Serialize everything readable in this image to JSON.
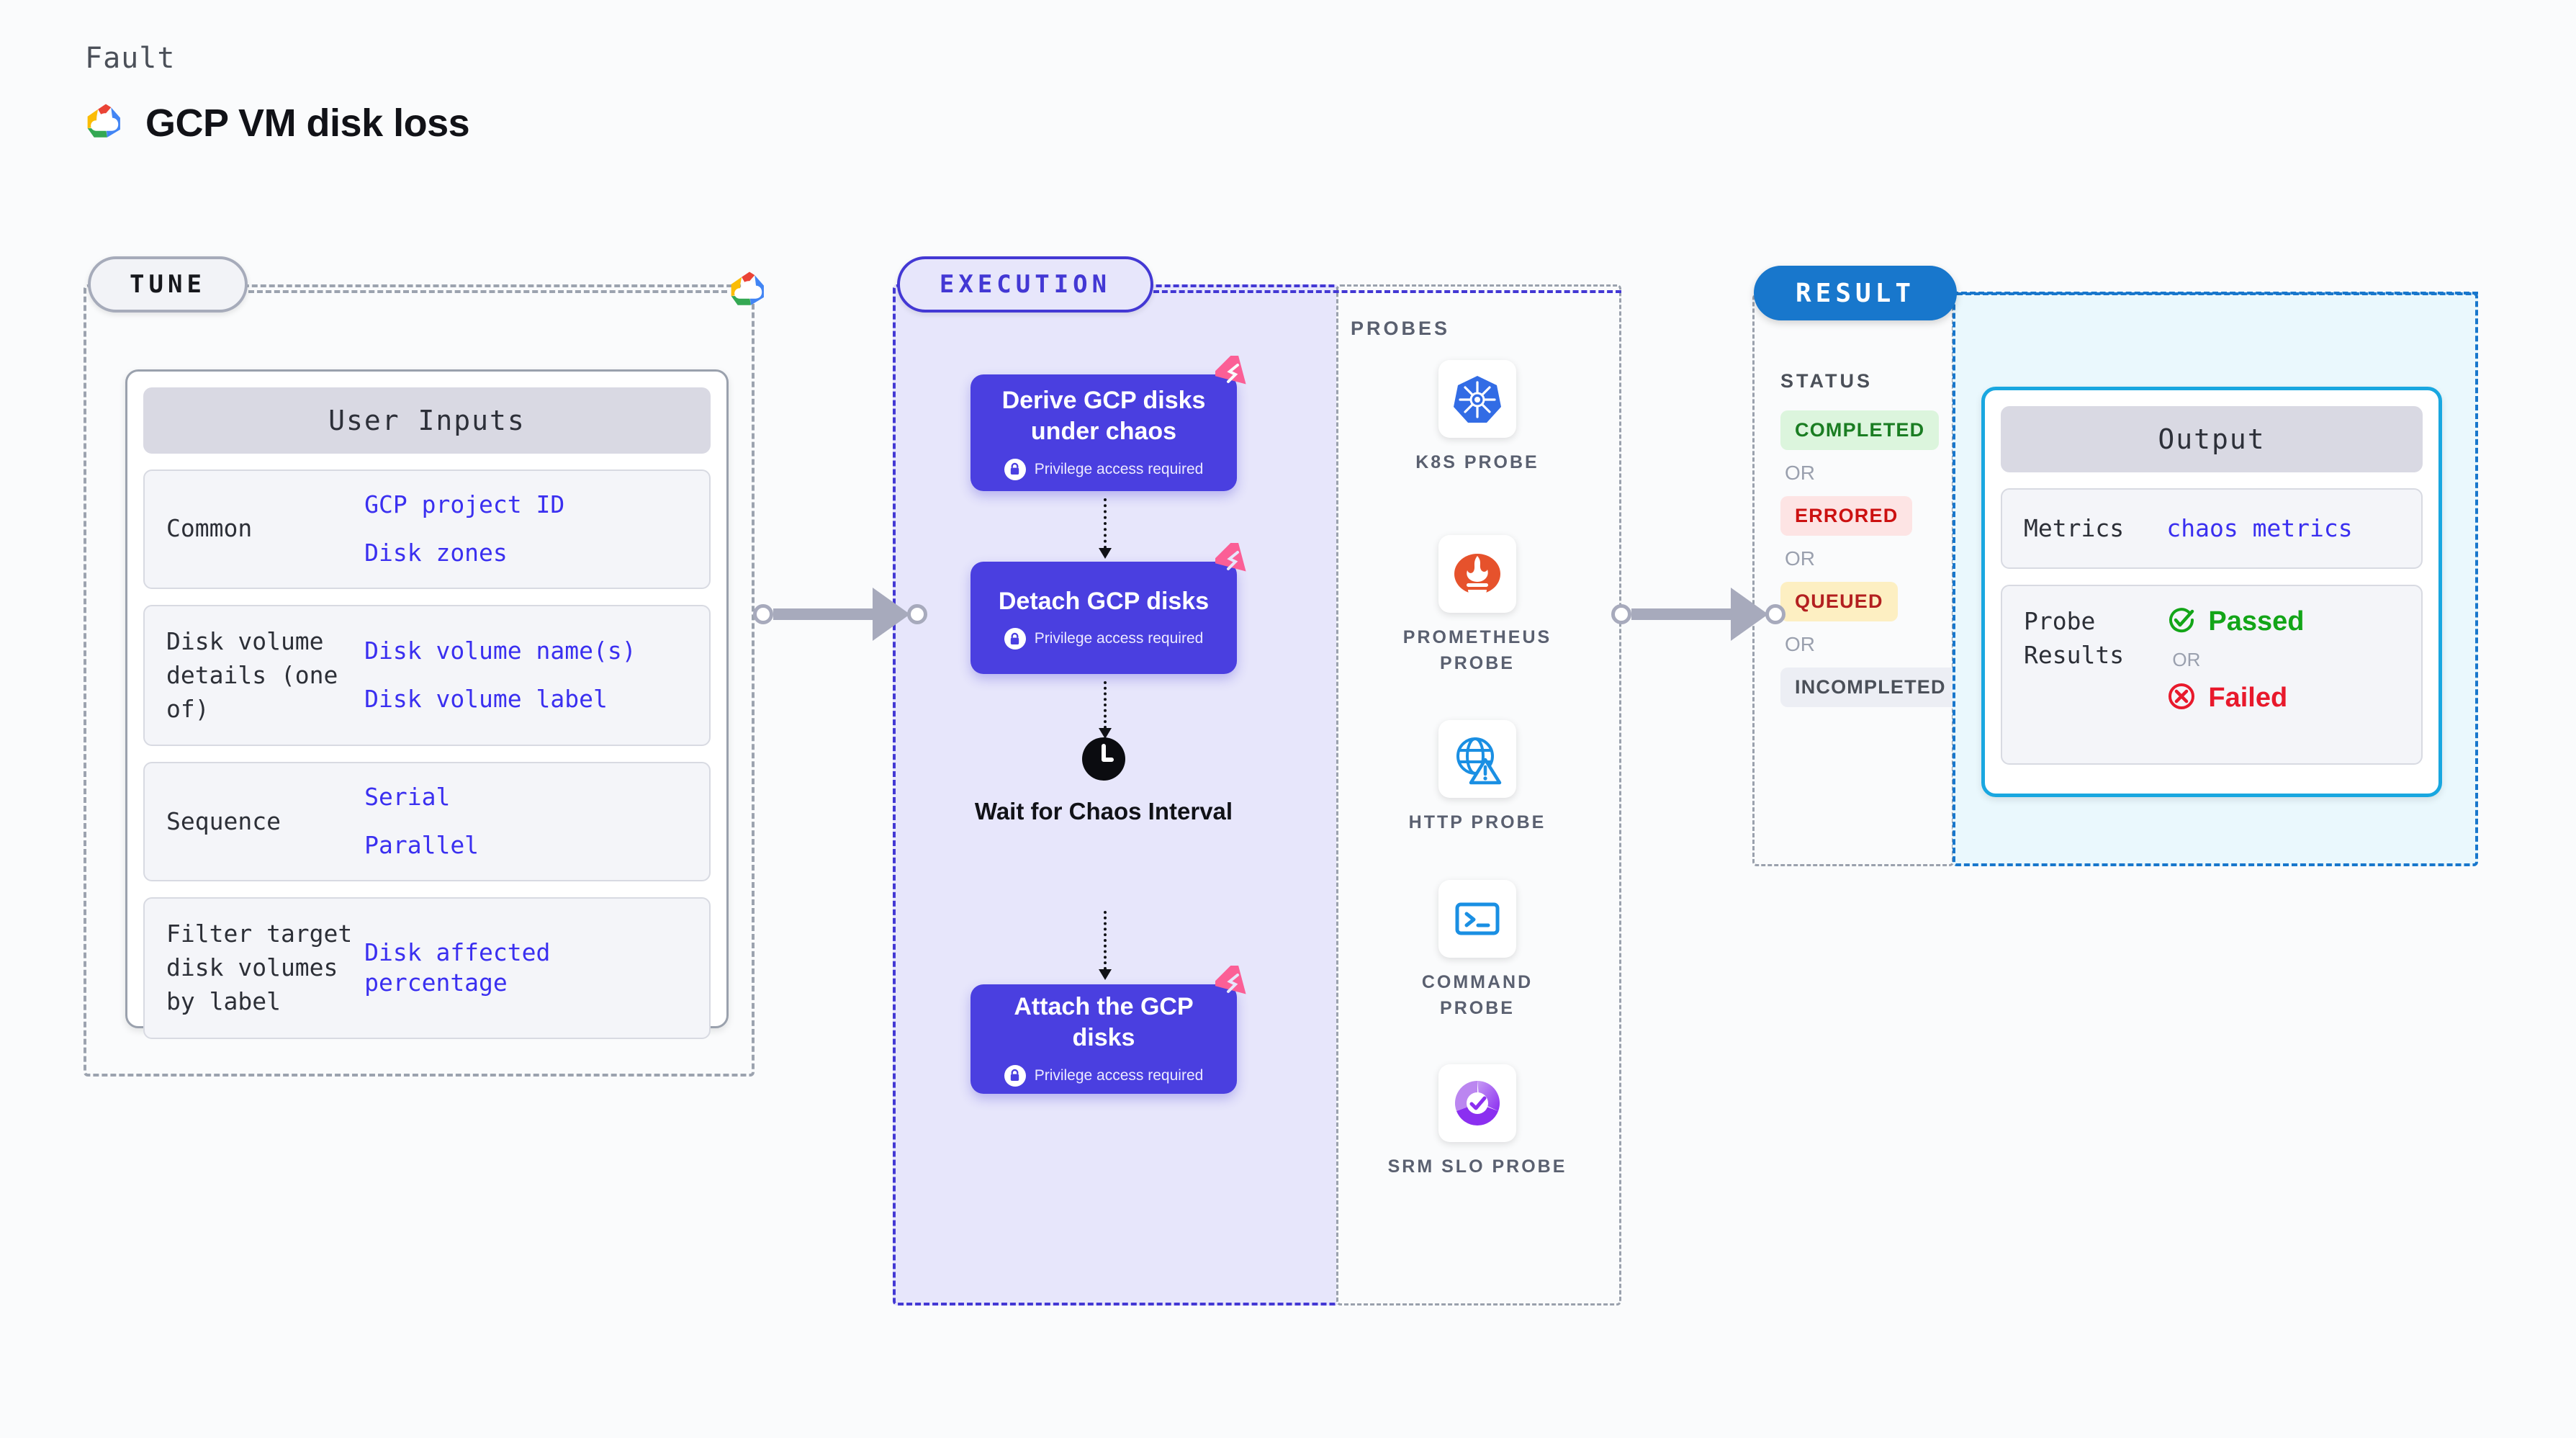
{
  "header": {
    "kicker": "Fault",
    "title": "GCP VM disk loss",
    "logo_icon": "gcp-logo-icon"
  },
  "tune": {
    "pill_label": "TUNE",
    "provider_icon": "gcp-logo-icon",
    "card_title": "User Inputs",
    "rows": [
      {
        "label": "Common",
        "values": [
          "GCP project ID",
          "Disk zones"
        ]
      },
      {
        "label": "Disk volume details (one of)",
        "values": [
          "Disk volume name(s)",
          "Disk volume label"
        ]
      },
      {
        "label": "Sequence",
        "values": [
          "Serial",
          "Parallel"
        ]
      },
      {
        "label": "Filter target disk volumes by label",
        "values": [
          "Disk affected percentage"
        ]
      }
    ]
  },
  "execution": {
    "pill_label": "EXECUTION",
    "privilege_note": "Privilege access required",
    "nodes": [
      {
        "title": "Derive GCP disks under chaos",
        "privilege": true,
        "badge_icon": "chaos-fault-badge-icon"
      },
      {
        "title": "Detach GCP disks",
        "privilege": true,
        "badge_icon": "chaos-fault-badge-icon"
      },
      {
        "title": "Attach the GCP disks",
        "privilege": true,
        "badge_icon": "chaos-fault-badge-icon"
      }
    ],
    "wait": {
      "label": "Wait for Chaos Interval",
      "icon": "clock-icon"
    }
  },
  "probes": {
    "title": "PROBES",
    "items": [
      {
        "label": "K8S PROBE",
        "icon": "kubernetes-icon"
      },
      {
        "label": "PROMETHEUS PROBE",
        "icon": "prometheus-icon"
      },
      {
        "label": "HTTP PROBE",
        "icon": "http-globe-warning-icon"
      },
      {
        "label": "COMMAND PROBE",
        "icon": "terminal-icon"
      },
      {
        "label": "SRM SLO PROBE",
        "icon": "srm-slo-icon"
      }
    ]
  },
  "result": {
    "pill_label": "RESULT",
    "status_title": "STATUS",
    "or_label": "OR",
    "statuses": [
      {
        "label": "COMPLETED",
        "style": "st-completed"
      },
      {
        "label": "ERRORED",
        "style": "st-errored"
      },
      {
        "label": "QUEUED",
        "style": "st-queued"
      },
      {
        "label": "INCOMPLETED",
        "style": "st-incompleted"
      }
    ],
    "output": {
      "card_title": "Output",
      "metrics_label": "Metrics",
      "metrics_value": "chaos metrics",
      "probe_results_label": "Probe Results",
      "passed_label": "Passed",
      "failed_label": "Failed",
      "or_label": "OR",
      "passed_icon": "check-circle-icon",
      "failed_icon": "x-circle-icon"
    }
  },
  "colors": {
    "violet": "#4338d4",
    "node_violet": "#4a3fe0",
    "blue": "#1877cc",
    "cyan": "#19a7e0",
    "link_blue": "#3a2ff0",
    "pink_badge": "#fb5f96",
    "green": "#13a518",
    "red": "#e8192c",
    "connector_gray": "#a7aabc"
  }
}
